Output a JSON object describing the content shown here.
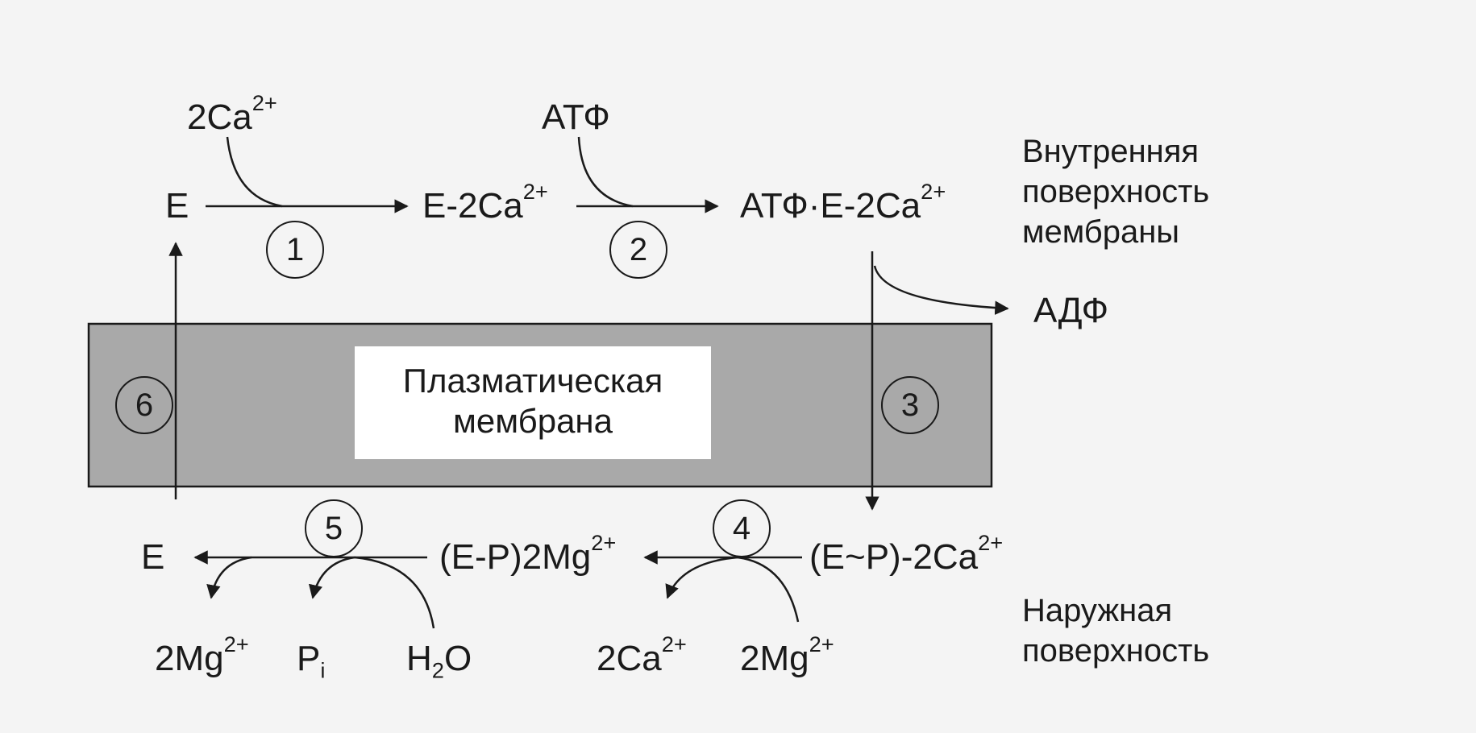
{
  "labels": {
    "ca_in": {
      "base": "2Ca",
      "sup": "2+"
    },
    "atp_in": "АТФ",
    "e_top": "E",
    "e2ca": {
      "base": "E-2Ca",
      "sup": "2+"
    },
    "atp_e2ca": {
      "base": "АТФ·E-2Ca",
      "sup": "2+"
    },
    "adp_out": "АДФ",
    "ep_ca": {
      "base": "(E~P)-2Ca",
      "sup": "2+"
    },
    "ep_mg": {
      "base": "(E-P)2Mg",
      "sup": "2+"
    },
    "e_bottom": "E",
    "mg_out": {
      "base": "2Mg",
      "sup": "2+"
    },
    "pi_out": {
      "base": "P",
      "sub": "i"
    },
    "h2o_in": {
      "base": "H",
      "sub": "2",
      "tail": "O"
    },
    "ca_out": {
      "base": "2Ca",
      "sup": "2+"
    },
    "mg_in": {
      "base": "2Mg",
      "sup": "2+"
    }
  },
  "membrane_label": [
    "Плазматическая",
    "мембрана"
  ],
  "inner_surface_label": [
    "Внутренняя",
    "поверхность",
    "мембраны"
  ],
  "outer_surface_label": [
    "Наружная",
    "поверхность"
  ],
  "step_numbers": [
    "1",
    "2",
    "3",
    "4",
    "5",
    "6"
  ],
  "colors": {
    "membrane_fill": "#a9a9a9",
    "membrane_window": "#ffffff",
    "ink": "#1a1a1a",
    "background": "#f4f4f4"
  }
}
